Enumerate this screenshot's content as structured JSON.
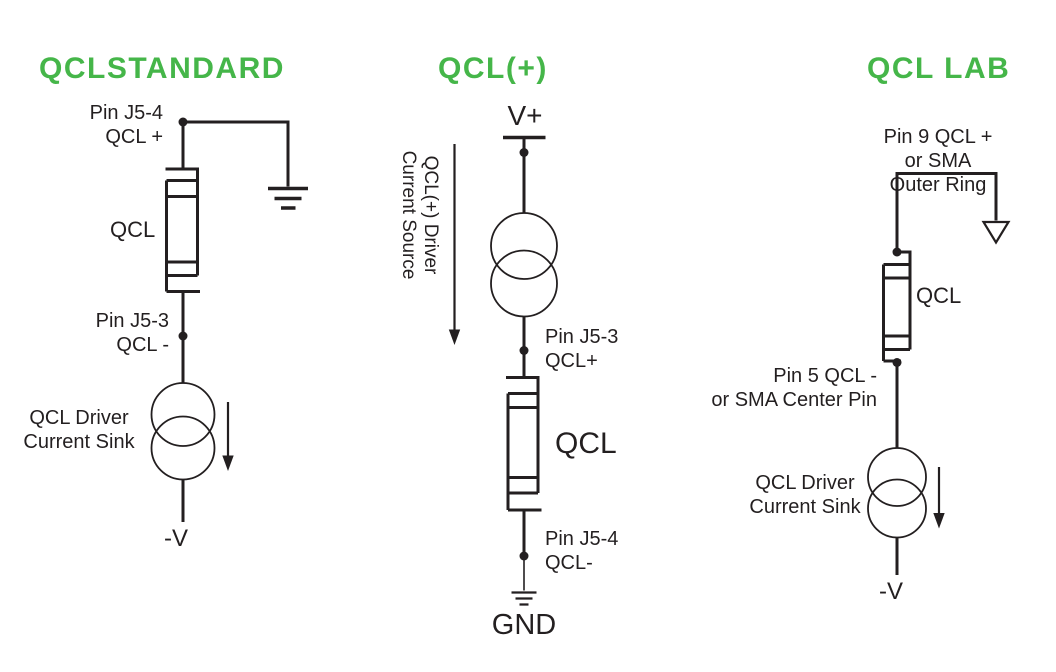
{
  "page": {
    "background": "#ffffff",
    "ink_color": "#231f20",
    "accent_green": "#45b649"
  },
  "diagrams": [
    {
      "title": "QCLSTANDARD",
      "labels": {
        "top_pin": "Pin J5-4\nQCL +",
        "device": "QCL",
        "bottom_pin": "Pin J5-3\nQCL -",
        "sink": "QCL Driver\nCurrent Sink",
        "supply_neg": "-V"
      },
      "symbols": [
        "earth-ground-icon",
        "qcl-device-symbol",
        "current-sink-symbol",
        "down-arrow-icon",
        "junction-dot"
      ]
    },
    {
      "title": "QCL(+)",
      "labels": {
        "supply_pos": "V+",
        "source": "QCL(+) Driver\nCurrent Source",
        "top_pin": "Pin J5-3\nQCL+",
        "device": "QCL",
        "bottom_pin": "Pin J5-4\nQCL-",
        "ground": "GND"
      },
      "symbols": [
        "supply-rail-icon",
        "current-source-symbol",
        "qcl-device-symbol",
        "earth-ground-icon",
        "down-arrow-icon",
        "junction-dot"
      ]
    },
    {
      "title": "QCL LAB",
      "labels": {
        "top_pin": "Pin 9 QCL +\nor SMA Outer Ring",
        "device": "QCL",
        "bottom_pin": "Pin 5 QCL -\nor SMA Center Pin",
        "sink": "QCL Driver\nCurrent Sink",
        "supply_neg": "-V"
      },
      "symbols": [
        "chassis-ground-triangle-icon",
        "qcl-device-symbol",
        "current-sink-symbol",
        "down-arrow-icon",
        "junction-dot"
      ]
    }
  ]
}
